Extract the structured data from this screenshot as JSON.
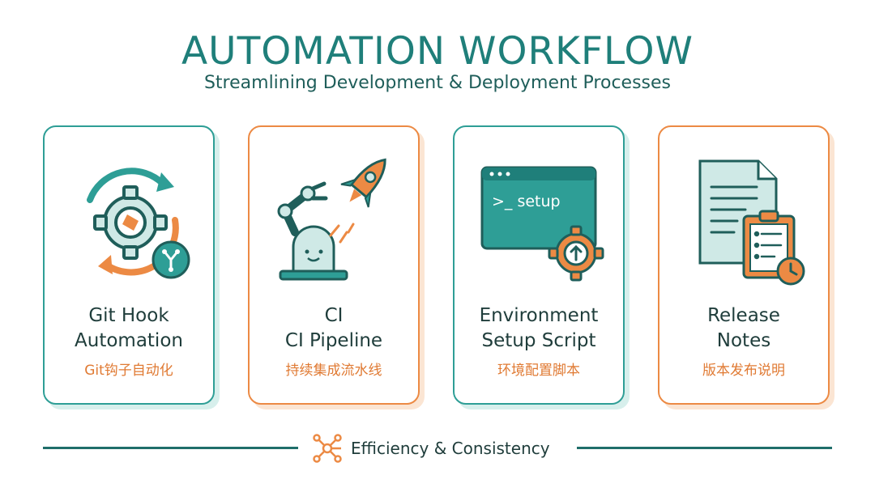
{
  "header": {
    "title": "AUTOMATION WORKFLOW",
    "subtitle": "Streamlining Development & Deployment Processes"
  },
  "cards": [
    {
      "title_line1": "Git Hook",
      "title_line2": "Automation",
      "subtitle_cn": "Git钩子自动化",
      "icon": "git-hook-gear-icon",
      "accent": "#2e9e96"
    },
    {
      "title_line1": "CI",
      "title_line2": "CI Pipeline",
      "subtitle_cn": "持续集成流水线",
      "icon": "robot-arm-rocket-icon",
      "accent": "#ec8a44"
    },
    {
      "title_line1": "Environment",
      "title_line2": "Setup Script",
      "subtitle_cn": "环境配置脚本",
      "icon": "terminal-setup-icon",
      "terminal_text": ">_ setup",
      "accent": "#2e9e96"
    },
    {
      "title_line1": "Release",
      "title_line2": "Notes",
      "subtitle_cn": "版本发布说明",
      "icon": "release-notes-clipboard-icon",
      "accent": "#ec8a44"
    }
  ],
  "footer": {
    "text": "Efficiency & Consistency",
    "icon": "network-nodes-icon"
  },
  "colors": {
    "teal": "#2e9e96",
    "orange": "#ec8a44",
    "dark": "#1f3d3b"
  }
}
